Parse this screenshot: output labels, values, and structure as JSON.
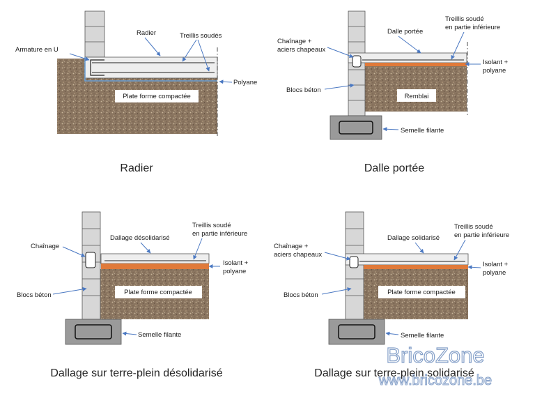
{
  "panels": {
    "radier": {
      "caption": "Radier",
      "labels": {
        "radier": "Radier",
        "treillis": "Treillis soudés",
        "armature": "Armature en U",
        "polyane": "Polyane",
        "plateforme": "Plate forme compactée"
      }
    },
    "dalle": {
      "caption": "Dalle portée",
      "labels": {
        "chainage1": "Chaînage +",
        "chainage2": "aciers chapeaux",
        "dalle": "Dalle portée",
        "treillis1": "Treillis soudé",
        "treillis2": "en partie inférieure",
        "isolant1": "Isolant +",
        "isolant2": "polyane",
        "blocs": "Blocs béton",
        "remblai": "Remblai",
        "semelle": "Semelle filante"
      }
    },
    "desolidarise": {
      "caption": "Dallage sur terre-plein désolidarisé",
      "labels": {
        "chainage": "Chaînage",
        "dallage": "Dallage désolidarisé",
        "treillis1": "Treillis soudé",
        "treillis2": "en partie inférieure",
        "isolant1": "Isolant +",
        "isolant2": "polyane",
        "blocs": "Blocs béton",
        "plateforme": "Plate forme compactée",
        "semelle": "Semelle filante"
      }
    },
    "solidarise": {
      "caption": "Dallage sur terre-plein solidarisé",
      "labels": {
        "chainage1": "Chaînage +",
        "chainage2": "aciers chapeaux",
        "dallage": "Dallage solidarisé",
        "treillis1": "Treillis soudé",
        "treillis2": "en partie inférieure",
        "isolant1": "Isolant +",
        "isolant2": "polyane",
        "blocs": "Blocs béton",
        "plateforme": "Plate forme compactée",
        "semelle": "Semelle filante"
      }
    }
  },
  "watermark": {
    "brand": "BricoZone",
    "url": "www.bricozone.be"
  },
  "colors": {
    "soil": "#8a7560",
    "block": "#d7d7d7",
    "slab": "#eeeeee",
    "insulation": "#e07a3a",
    "arrow": "#4a78c2",
    "polyane": "#6a9fd4"
  }
}
